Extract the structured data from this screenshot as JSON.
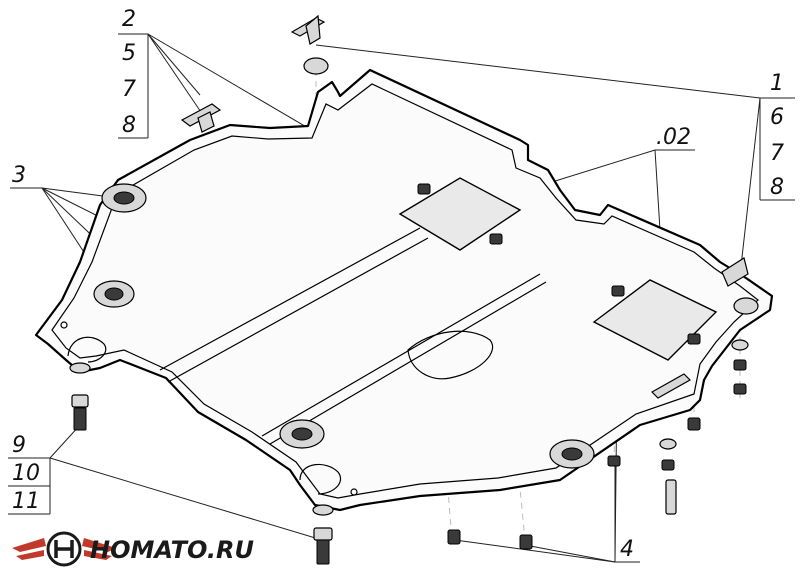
{
  "callouts": {
    "top_left_group": [
      "2",
      "5",
      "7",
      "8"
    ],
    "top_right_group": [
      "1",
      "6",
      "7",
      "8"
    ],
    "left_group": [
      "3"
    ],
    "part_02": ".02",
    "bottom_right_group": [
      "4"
    ],
    "bottom_left_group": [
      "9",
      "10",
      "11"
    ]
  },
  "logo": {
    "text": "HOMATO.RU",
    "colors": {
      "wings": "#c0392b",
      "text": "#1a1a1a"
    }
  }
}
